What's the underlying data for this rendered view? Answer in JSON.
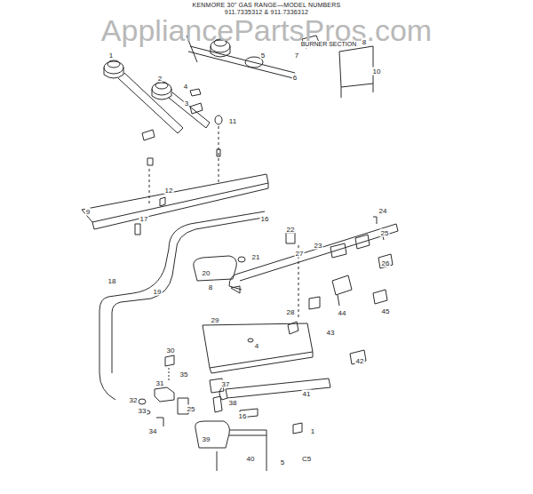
{
  "diagram": {
    "title": "KENMORE 30\" GAS RANGE—MODEL NUMBERS 911.7335312 & 911.7336312",
    "labels": [
      "BURNER SECTION",
      "AppliancePartsPros.com",
      "1",
      "2",
      "5",
      "6",
      "7",
      "8",
      "10",
      "4",
      "3",
      "11",
      "12",
      "9",
      "17",
      "16",
      "24",
      "22",
      "25",
      "21",
      "27",
      "23",
      "20",
      "26",
      "18",
      "19",
      "8",
      "28",
      "44",
      "45",
      "29",
      "43",
      "4",
      "42",
      "30",
      "35",
      "31",
      "32",
      "33",
      "37",
      "25",
      "38",
      "41",
      "16",
      "34",
      "39",
      "1",
      "40",
      "5",
      "C5"
    ]
  }
}
